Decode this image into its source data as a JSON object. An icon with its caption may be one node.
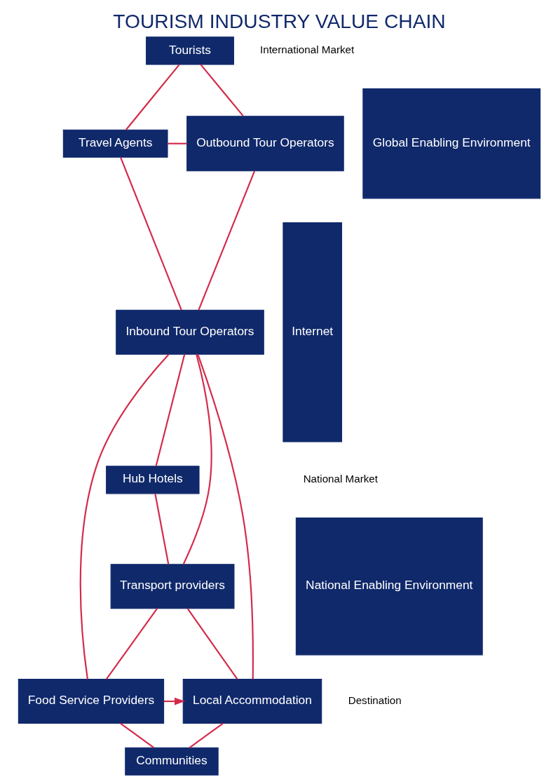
{
  "diagram": {
    "title": "TOURISM INDUSTRY VALUE CHAIN",
    "nodes": [
      {
        "text": [
          "Tourists"
        ]
      },
      {
        "text": [
          "Travel Agents"
        ]
      },
      {
        "text": [
          "Outbound Tour Operators"
        ]
      },
      {
        "text": [
          "Inbound Tour Operators"
        ]
      },
      {
        "text": [
          "Hub Hotels"
        ]
      },
      {
        "text": [
          "Transport providers"
        ]
      },
      {
        "text": [
          "Local Accommodation"
        ]
      },
      {
        "text": [
          "Food Service Providers"
        ]
      },
      {
        "text": [
          "Communities"
        ]
      },
      {
        "text": [
          "Internet"
        ]
      },
      {
        "text": [
          "Global Enabling Environment"
        ]
      },
      {
        "text": [
          "National Enabling Environment"
        ]
      }
    ],
    "edges": [
      {
        "from": 0,
        "to": 2,
        "arrow": "none"
      },
      {
        "from": 0,
        "to": 1,
        "arrow": "none"
      },
      {
        "from": 1,
        "to": 2,
        "arrow": "none"
      },
      {
        "from": 1,
        "to": 3,
        "arrow": "none"
      },
      {
        "from": 2,
        "to": 3,
        "arrow": "none"
      },
      {
        "from": 3,
        "to": 4,
        "arrow": "none"
      },
      {
        "from": 3,
        "to": 5,
        "arrow": "none"
      },
      {
        "from": 3,
        "to": 6,
        "arrow": "none"
      },
      {
        "from": 3,
        "to": 7,
        "arrow": "none"
      },
      {
        "from": 4,
        "to": 5,
        "arrow": "none"
      },
      {
        "from": 5,
        "to": 6,
        "arrow": "none"
      },
      {
        "from": 5,
        "to": 7,
        "arrow": "none"
      },
      {
        "from": 7,
        "to": 6,
        "arrow": "to"
      },
      {
        "from": 6,
        "to": 8,
        "arrow": "none"
      },
      {
        "from": 7,
        "to": 8,
        "arrow": "none"
      }
    ],
    "labels": [
      "International Market",
      "National Market",
      "Destination"
    ]
  }
}
